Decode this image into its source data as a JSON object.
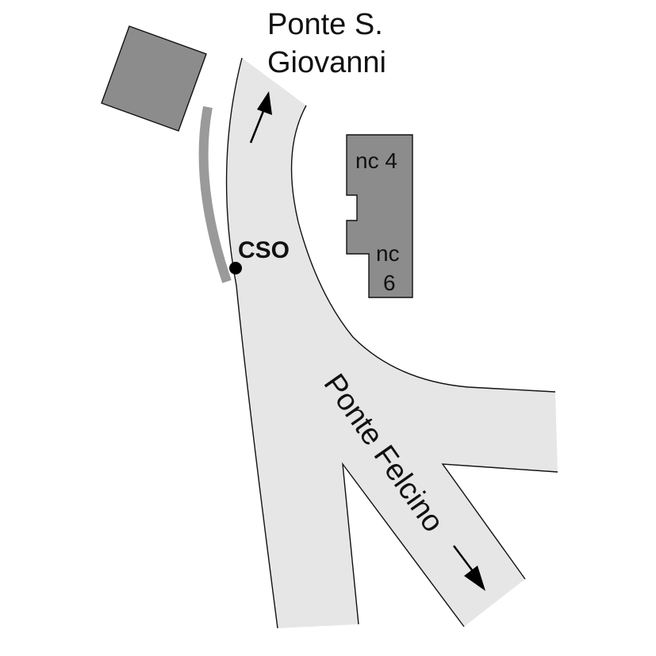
{
  "labels": {
    "place_north_line1": "Ponte S.",
    "place_north_line2": "Giovanni",
    "place_south": "Ponte Felcino",
    "cso": "CSO",
    "building_nc4": "nc 4",
    "building_nc6_line1": "nc",
    "building_nc6_line2": "6"
  },
  "colors": {
    "river_fill": "#e6e6e6",
    "river_edge": "#111111",
    "building_fill": "#8c8c8c",
    "wall": "#9a9a9a",
    "marker": "#000000"
  },
  "icons": {
    "flow_north": "arrow-up-right-icon",
    "flow_south": "arrow-down-right-icon",
    "cso_point": "dot-marker-icon"
  }
}
